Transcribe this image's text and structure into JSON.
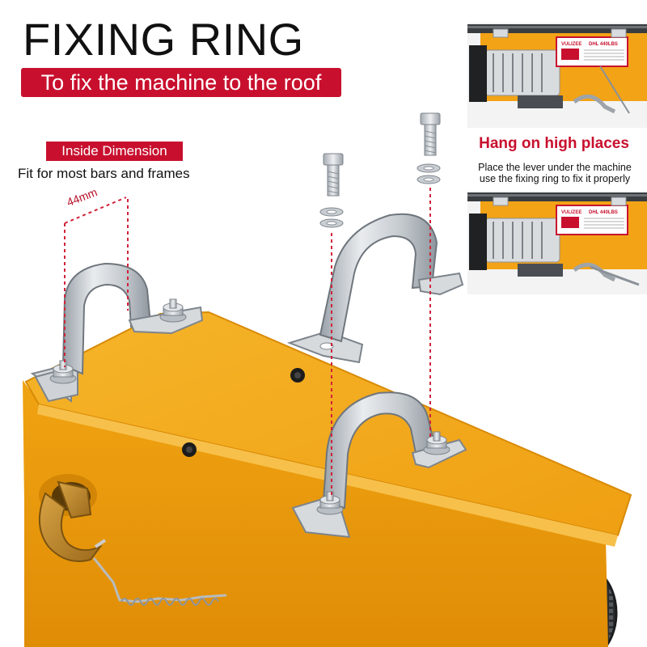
{
  "headline": "FIXING RING",
  "subheadline": "To fix the machine to the roof",
  "inside_dimension": {
    "badge": "Inside Dimension",
    "note": "Fit for most bars and frames",
    "value": "44mm"
  },
  "hang_panel": {
    "title": "Hang on high places",
    "line_1": "Place the lever under the machine",
    "line_2": "use the fixing ring to fix it properly"
  },
  "hoist_label": {
    "brand": "VULIZEE",
    "model": "DHL 440LBS"
  },
  "colors": {
    "accent_red": "#c8102e",
    "hoist_yellow": "#f1a417",
    "steel": "#c7ccd1",
    "text": "#111111"
  },
  "icons": [
    "fixing-ring-bracket",
    "bolt",
    "washer",
    "hook",
    "chain",
    "electric-motor"
  ]
}
